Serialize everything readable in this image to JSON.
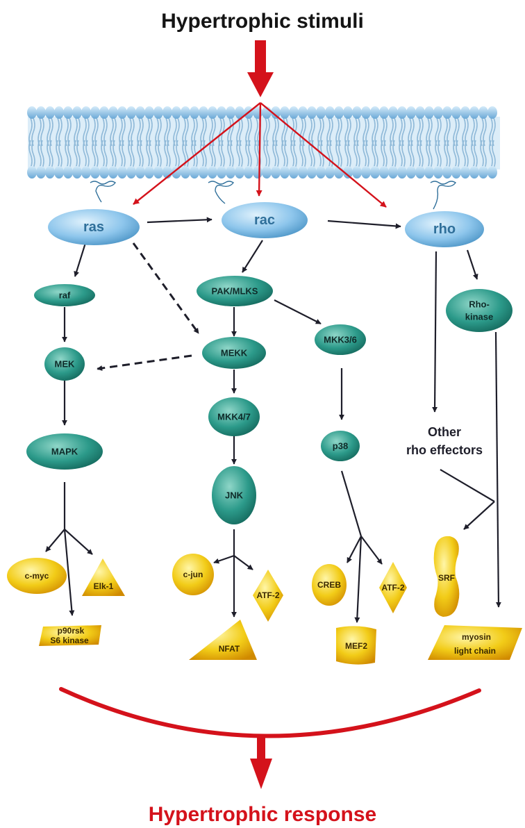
{
  "title": "Hypertrophic stimuli",
  "footer": "Hypertrophic response",
  "colors": {
    "accent_red": "#d4121b",
    "arrow": "#1e1e2a",
    "membrane": "#8fbfe3",
    "gtpase": "#8ec6ec",
    "kinase": "#2c9a8a",
    "transcription_factor": "#f2cc18"
  },
  "gtpases": {
    "ras": "ras",
    "rac": "rac",
    "rho": "rho"
  },
  "kinases": {
    "raf": "raf",
    "mek": "MEK",
    "mapk": "MAPK",
    "pak": "PAK/MLKS",
    "mekk": "MEKK",
    "mkk47": "MKK4/7",
    "jnk": "JNK",
    "mkk36": "MKK3/6",
    "p38": "p38",
    "rho_kinase_line1": "Rho-",
    "rho_kinase_line2": "kinase"
  },
  "other_effectors": {
    "line1": "Other",
    "line2": "rho effectors"
  },
  "factors": {
    "cmyc": "c-myc",
    "elk1": "Elk-1",
    "p90_line1": "p90rsk",
    "p90_line2": "S6 kinase",
    "cjun": "c-jun",
    "atf2_jnk": "ATF-2",
    "nfat": "NFAT",
    "creb": "CREB",
    "atf2_p38": "ATF-2",
    "mef2": "MEF2",
    "srf": "SRF",
    "myosin_line1": "myosin",
    "myosin_line2": "light chain"
  }
}
